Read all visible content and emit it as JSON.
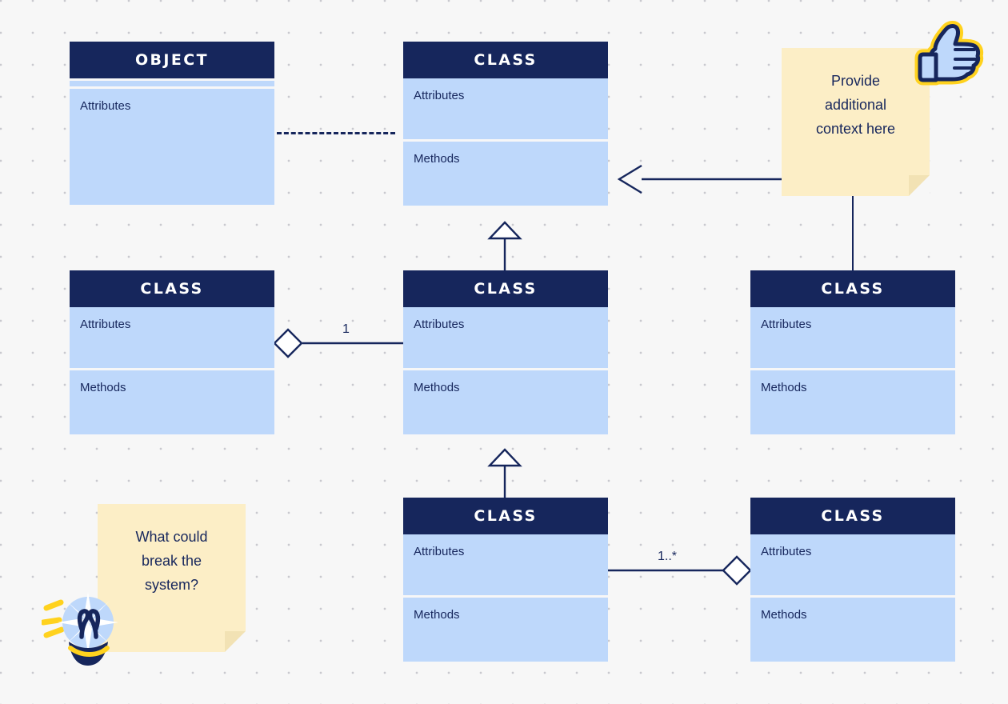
{
  "canvas": {
    "background_color": "#f7f7f7",
    "dot_color": "#c9c9cf"
  },
  "palette": {
    "navy": "#16265c",
    "light_blue": "#bed8fb",
    "sticky_yellow": "#fceec6",
    "sticker_yellow": "#ffd21e",
    "white": "#ffffff"
  },
  "boxes": [
    {
      "id": "object-top-left",
      "title": "OBJECT",
      "sections": [
        "Attributes"
      ],
      "has_strip": true
    },
    {
      "id": "class-top-center",
      "title": "CLASS",
      "sections": [
        "Attributes",
        "Methods"
      ],
      "has_strip": false
    },
    {
      "id": "class-mid-left",
      "title": "CLASS",
      "sections": [
        "Attributes",
        "Methods"
      ],
      "has_strip": false
    },
    {
      "id": "class-mid-center",
      "title": "CLASS",
      "sections": [
        "Attributes",
        "Methods"
      ],
      "has_strip": false
    },
    {
      "id": "class-mid-right",
      "title": "CLASS",
      "sections": [
        "Attributes",
        "Methods"
      ],
      "has_strip": false
    },
    {
      "id": "class-bottom-center",
      "title": "CLASS",
      "sections": [
        "Attributes",
        "Methods"
      ],
      "has_strip": false
    },
    {
      "id": "class-bottom-right",
      "title": "CLASS",
      "sections": [
        "Attributes",
        "Methods"
      ],
      "has_strip": false
    }
  ],
  "connectors": {
    "dependency_dashed": {
      "style": "dashed"
    },
    "realization_left_arrow": {
      "style": "hollow-open-triangle"
    },
    "inheritance_upper": {
      "style": "hollow-triangle"
    },
    "inheritance_lower": {
      "style": "hollow-triangle"
    },
    "aggregation_mid": {
      "style": "hollow-diamond",
      "multiplicity": "1"
    },
    "aggregation_bottom": {
      "style": "hollow-diamond",
      "multiplicity": "1..*"
    },
    "note_link_vertical": {
      "style": "solid"
    }
  },
  "multiplicities": {
    "mid": "1",
    "bottom": "1..*"
  },
  "notes": [
    {
      "id": "note-top-right",
      "lines": [
        "Provide",
        "additional",
        "context here"
      ],
      "text": "Provide additional context here"
    },
    {
      "id": "note-bottom-left",
      "lines": [
        "What could",
        "break the",
        "system?"
      ],
      "text": "What could break the system?"
    }
  ],
  "stickers": [
    {
      "id": "thumbs-up",
      "name": "thumbs-up-icon"
    },
    {
      "id": "lightbulb",
      "name": "lightbulb-icon"
    }
  ]
}
